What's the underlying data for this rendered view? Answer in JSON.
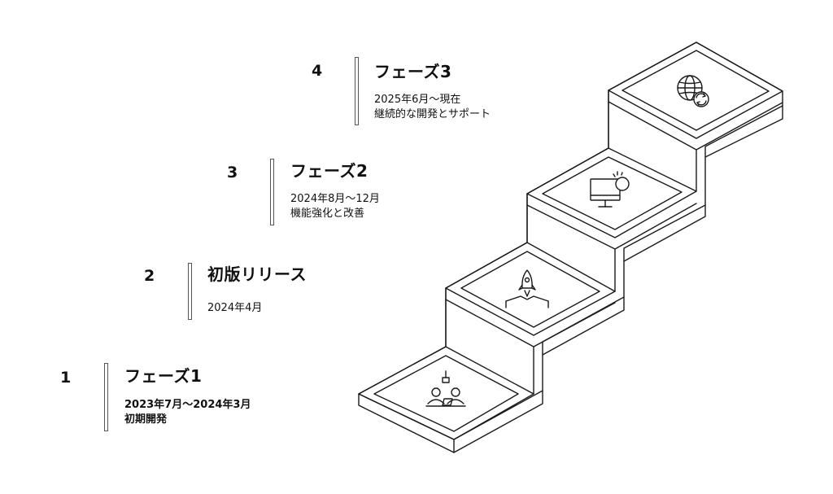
{
  "steps": [
    {
      "number": "1",
      "title": "フェーズ1",
      "date": "2023年7月〜2024年3月",
      "description": "初期開発",
      "icon": "team-laptop-icon"
    },
    {
      "number": "2",
      "title": "初版リリース",
      "date": "2024年4月",
      "description": "",
      "icon": "rocket-launch-icon"
    },
    {
      "number": "3",
      "title": "フェーズ2",
      "date": "2024年8月〜12月",
      "description": "機能強化と改善",
      "icon": "monitor-settings-icon"
    },
    {
      "number": "4",
      "title": "フェーズ3",
      "date": "2025年6月〜現在",
      "description": "継続的な開発とサポート",
      "icon": "globe-refresh-icon"
    }
  ],
  "colors": {
    "ink": "#111111",
    "bar": "#555555",
    "stroke": "#1a1a1a"
  }
}
